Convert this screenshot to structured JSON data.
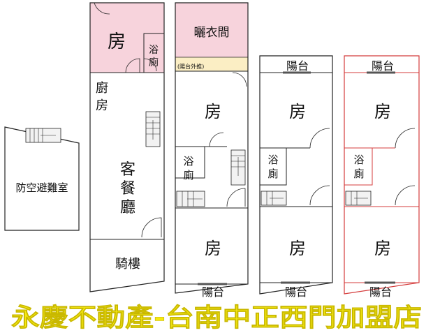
{
  "colors": {
    "pink_room": "#f7d3dc",
    "balcony_pushout": "#fbeec4",
    "wall": "#222222",
    "added_floor": "#d43c3c",
    "watermark": "#f6ea10"
  },
  "shelter": {
    "room": "防空避難室"
  },
  "floor1": {
    "room": "房",
    "bath_1": "浴",
    "bath_2": "廁",
    "kitchen_1": "廚",
    "kitchen_2": "房",
    "living_1": "客",
    "living_2": "餐",
    "living_3": "廳",
    "arcade": "騎樓"
  },
  "floor2": {
    "laundry": "曬衣間",
    "pushout_note": "(陽台外推)",
    "room_back": "房",
    "bath_1": "浴",
    "bath_2": "廁",
    "room_front": "房",
    "balcony": "陽台"
  },
  "floor3": {
    "balcony_back": "陽台",
    "room_back": "房",
    "bath_1": "浴",
    "bath_2": "廁",
    "room_front": "房",
    "balcony_front": "陽台"
  },
  "floor4": {
    "balcony_back": "陽台",
    "room_back": "房",
    "bath_1": "浴",
    "bath_2": "廁",
    "room_front": "房",
    "balcony_front": "陽台"
  },
  "watermark": "永慶不動產-台南中正西門加盟店"
}
